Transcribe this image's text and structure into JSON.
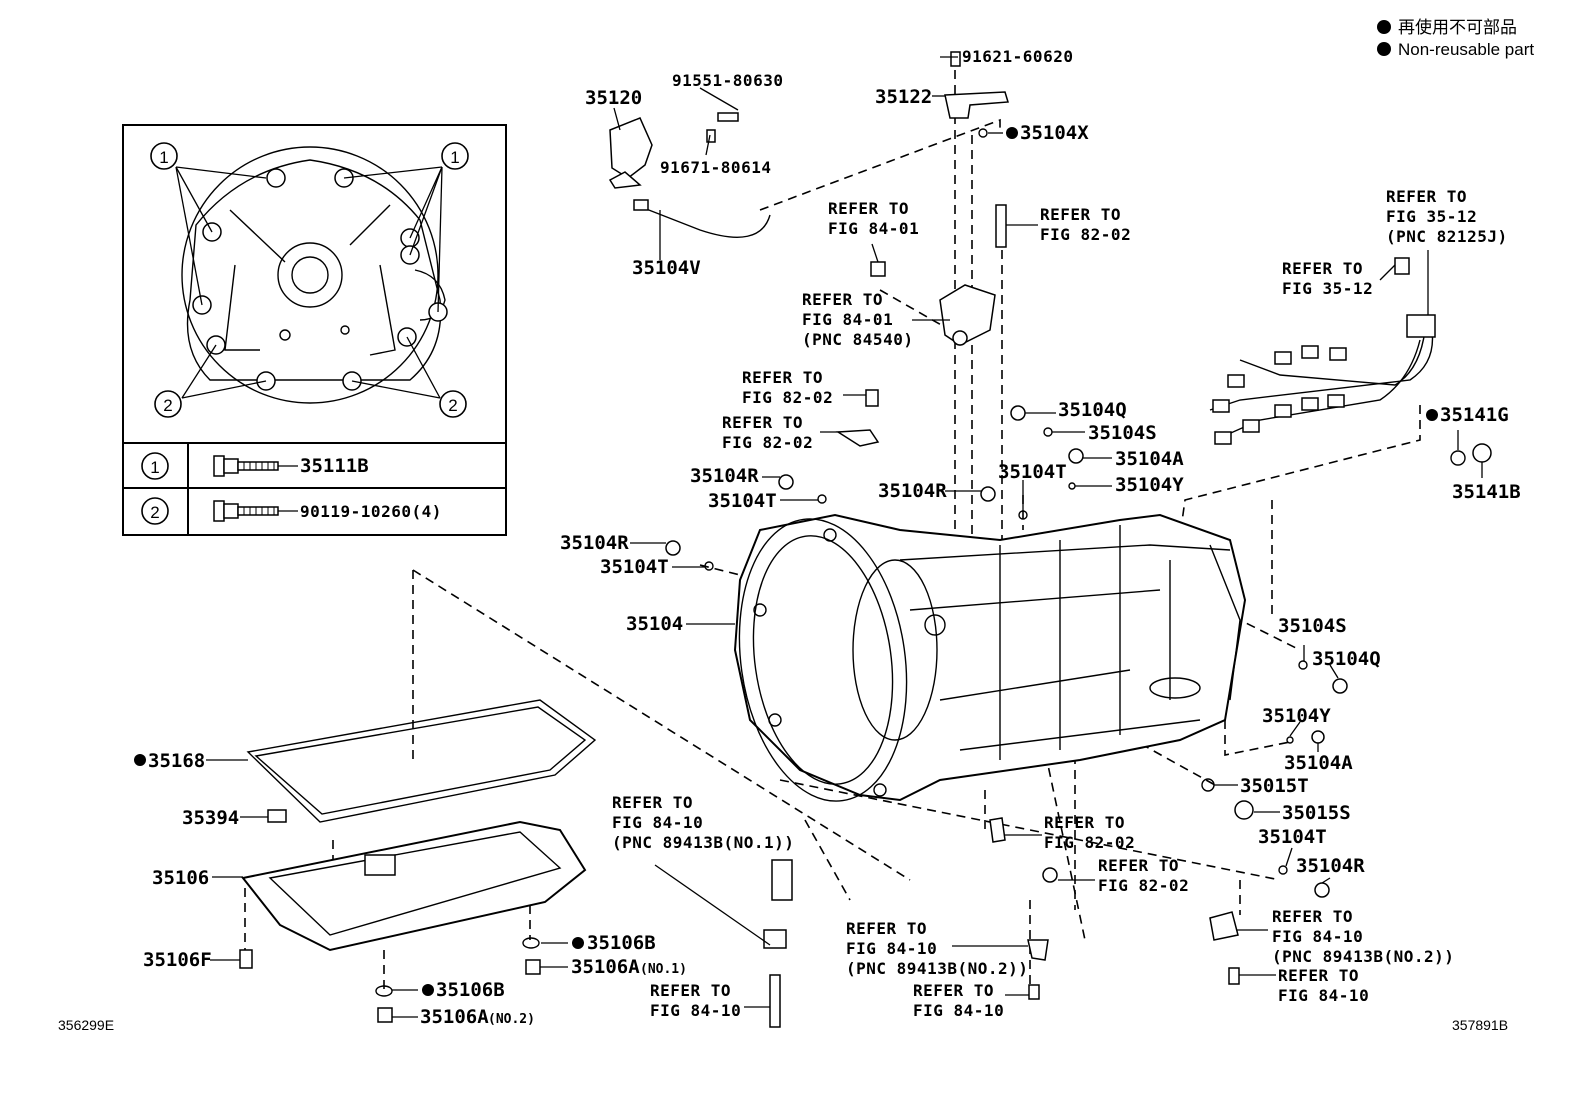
{
  "legend": {
    "line1": "再使用不可部品",
    "line2": "Non-reusable part"
  },
  "inset": {
    "callouts": {
      "one": "1",
      "two": "2"
    },
    "rows": [
      {
        "num": "1",
        "part": "35111B"
      },
      {
        "num": "2",
        "part": "90119-10260(4)"
      }
    ]
  },
  "parts": {
    "p35120": "35120",
    "p91551": "91551-80630",
    "p91671": "91671-80614",
    "p35104V": "35104V",
    "p91621": "91621-60620",
    "p35122": "35122",
    "p35104X": "35104X",
    "p35104Q_top": "35104Q",
    "p35104S_top": "35104S",
    "p35104A_top": "35104A",
    "p35104T_mid": "35104T",
    "p35104Y_top": "35104Y",
    "p35104R_a": "35104R",
    "p35104T_a": "35104T",
    "p35104R_b": "35104R",
    "p35104R_c": "35104R",
    "p35104T_c": "35104T",
    "p35104": "35104",
    "p35141G": "35141G",
    "p35141B": "35141B",
    "p35104S_r": "35104S",
    "p35104Q_r": "35104Q",
    "p35104Y_r": "35104Y",
    "p35104A_r": "35104A",
    "p35015T": "35015T",
    "p35015S": "35015S",
    "p35104T_r": "35104T",
    "p35104R_r": "35104R",
    "p35168": "35168",
    "p35394": "35394",
    "p35106": "35106",
    "p35106F": "35106F",
    "p35106B_a": "35106B",
    "p35106A_a": "35106A",
    "p35106A_a_note": "(NO.1)",
    "p35106B_b": "35106B",
    "p35106A_b": "35106A",
    "p35106A_b_note": "(NO.2)"
  },
  "refs": {
    "r1": [
      "REFER TO",
      "FIG 84-01"
    ],
    "r2": [
      "REFER TO",
      "FIG 82-02"
    ],
    "r3": [
      "REFER TO",
      "FIG 84-01",
      "(PNC 84540)"
    ],
    "r4": [
      "REFER TO",
      "FIG 35-12",
      "(PNC 82125J)"
    ],
    "r5": [
      "REFER TO",
      "FIG 35-12"
    ],
    "r6": [
      "REFER TO",
      "FIG 82-02"
    ],
    "r7": [
      "REFER TO",
      "FIG 82-02"
    ],
    "r8": [
      "REFER TO",
      "FIG 84-10",
      "(PNC 89413B(NO.1))"
    ],
    "r9": [
      "REFER TO",
      "FIG 82-02"
    ],
    "r10": [
      "REFER TO",
      "FIG 82-02"
    ],
    "r11": [
      "REFER TO",
      "FIG 84-10",
      "(PNC 89413B(NO.2))"
    ],
    "r12": [
      "REFER TO",
      "FIG 84-10",
      "(PNC 89413B(NO.2))"
    ],
    "r13": [
      "REFER TO",
      "FIG 84-10"
    ],
    "r14": [
      "REFER TO",
      "FIG 84-10"
    ],
    "r15": [
      "REFER TO",
      "FIG 84-10"
    ]
  },
  "codes": {
    "left": "356299E",
    "right": "357891B"
  }
}
